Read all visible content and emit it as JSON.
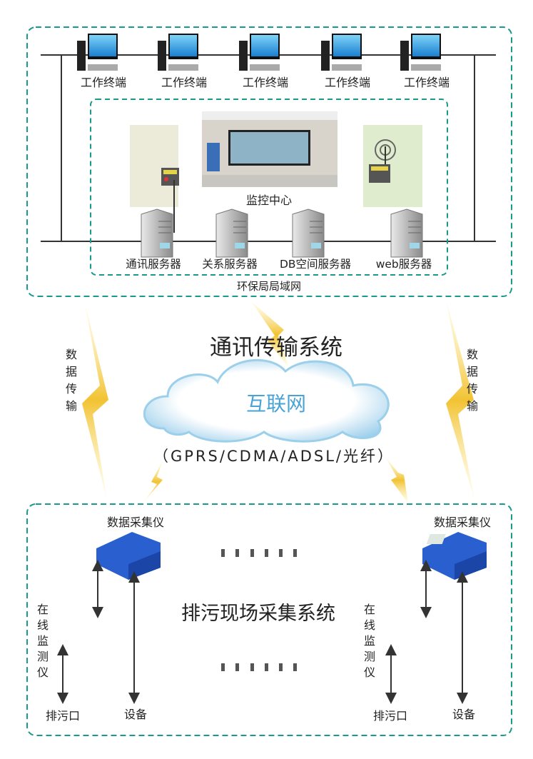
{
  "lan": {
    "title": "环保局局域网",
    "terminals": [
      "工作终端",
      "工作终端",
      "工作终端",
      "工作终端",
      "工作终端"
    ],
    "monitor_center": "监控中心",
    "servers": [
      "通讯服务器",
      "关系服务器",
      "DB空间服务器",
      "web服务器"
    ]
  },
  "transmission": {
    "title": "通讯传输系统",
    "cloud_label": "互联网",
    "methods": "（GPRS/CDMA/ADSL/光纤）",
    "left_label": [
      "数",
      "据",
      "传",
      "输"
    ],
    "right_label": [
      "数",
      "据",
      "传",
      "输"
    ]
  },
  "field": {
    "title": "排污现场采集系统",
    "left": {
      "collector": "数据采集仪",
      "monitor": [
        "在",
        "线",
        "监",
        "测",
        "仪"
      ],
      "outlet": "排污口",
      "equipment": "设备"
    },
    "right": {
      "collector": "数据采集仪",
      "monitor": [
        "在",
        "线",
        "监",
        "测",
        "仪"
      ],
      "outlet": "排污口",
      "equipment": "设备"
    }
  },
  "colors": {
    "border": "#1a9a8a",
    "cloud_text": "#4aa3d6",
    "bolt": "#f2c232",
    "device": "#2a5fd0"
  }
}
